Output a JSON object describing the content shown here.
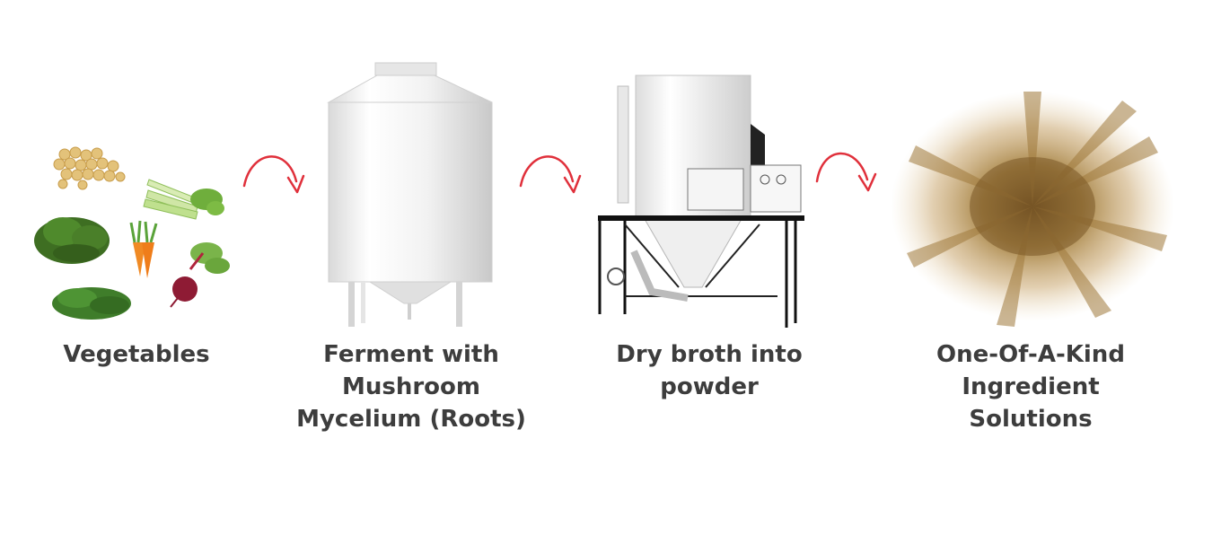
{
  "steps": [
    {
      "label_lines": [
        "Vegetables"
      ]
    },
    {
      "label_lines": [
        "Ferment with",
        "Mushroom",
        "Mycelium (Roots)"
      ]
    },
    {
      "label_lines": [
        "Dry broth into",
        "powder"
      ]
    },
    {
      "label_lines": [
        "One-Of-A-Kind",
        "Ingredient",
        "Solutions"
      ]
    }
  ],
  "colors": {
    "arrow": "#e0303b",
    "label": "#3d3d3d",
    "powder": "#b8925a"
  },
  "icons": [
    "vegetables-illustration",
    "fermentation-tank-illustration",
    "spray-dryer-illustration",
    "powder-burst-illustration"
  ]
}
